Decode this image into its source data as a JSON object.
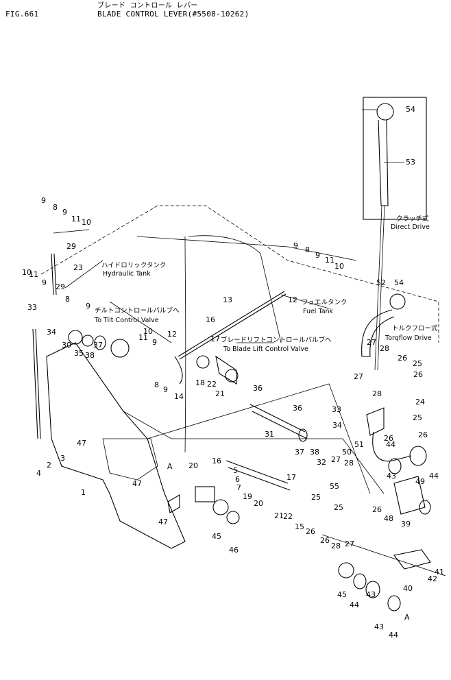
{
  "header": {
    "fig": "FIG.661",
    "title_jp": "ブレード コントロール レバー",
    "title_en": "BLADE CONTROL LEVER(#5508-10262)"
  },
  "labels": {
    "hydraulic_jp": "ハイドロリックタンク",
    "hydraulic_en": "Hydraulic Tank",
    "tilt_jp": "チルトコントロールバルブへ",
    "tilt_en": "To Tilt Control Valve",
    "fuel_jp": "フュエルタンク",
    "fuel_en": "Fuel Tank",
    "lift_jp": "ブレードリフトコントロールバルブへ",
    "lift_en": "To Blade Lift Control Valve",
    "clutch_jp": "クラッチ式",
    "clutch_en": "Direct Drive",
    "torq_jp": "トルクフロー式",
    "torq_en": "Torqflow Drive"
  },
  "callouts": [
    {
      "n": "54"
    },
    {
      "n": "53"
    },
    {
      "n": "9"
    },
    {
      "n": "8"
    },
    {
      "n": "9"
    },
    {
      "n": "11"
    },
    {
      "n": "10"
    },
    {
      "n": "29"
    },
    {
      "n": "23"
    },
    {
      "n": "10"
    },
    {
      "n": "9"
    },
    {
      "n": "11"
    },
    {
      "n": "29"
    },
    {
      "n": "8"
    },
    {
      "n": "9"
    },
    {
      "n": "33"
    },
    {
      "n": "34"
    },
    {
      "n": "9"
    },
    {
      "n": "8"
    },
    {
      "n": "9"
    },
    {
      "n": "11"
    },
    {
      "n": "10"
    },
    {
      "n": "52"
    },
    {
      "n": "54"
    },
    {
      "n": "12"
    },
    {
      "n": "13"
    },
    {
      "n": "16"
    },
    {
      "n": "10"
    },
    {
      "n": "11"
    },
    {
      "n": "9"
    },
    {
      "n": "12"
    },
    {
      "n": "17"
    },
    {
      "n": "30"
    },
    {
      "n": "35"
    },
    {
      "n": "38"
    },
    {
      "n": "37"
    },
    {
      "n": "8"
    },
    {
      "n": "9"
    },
    {
      "n": "14"
    },
    {
      "n": "18"
    },
    {
      "n": "22"
    },
    {
      "n": "21"
    },
    {
      "n": "27"
    },
    {
      "n": "28"
    },
    {
      "n": "26"
    },
    {
      "n": "25"
    },
    {
      "n": "26"
    },
    {
      "n": "27"
    },
    {
      "n": "36"
    },
    {
      "n": "28"
    },
    {
      "n": "24"
    },
    {
      "n": "36"
    },
    {
      "n": "33"
    },
    {
      "n": "34"
    },
    {
      "n": "25"
    },
    {
      "n": "31"
    },
    {
      "n": "37"
    },
    {
      "n": "38"
    },
    {
      "n": "32"
    },
    {
      "n": "50"
    },
    {
      "n": "51"
    },
    {
      "n": "26"
    },
    {
      "n": "26"
    },
    {
      "n": "47"
    },
    {
      "n": "3"
    },
    {
      "n": "4"
    },
    {
      "n": "2"
    },
    {
      "n": "44"
    },
    {
      "n": "43"
    },
    {
      "n": "49"
    },
    {
      "n": "44"
    },
    {
      "n": "16"
    },
    {
      "n": "27"
    },
    {
      "n": "28"
    },
    {
      "n": "A"
    },
    {
      "n": "20"
    },
    {
      "n": "5"
    },
    {
      "n": "6"
    },
    {
      "n": "7"
    },
    {
      "n": "17"
    },
    {
      "n": "47"
    },
    {
      "n": "19"
    },
    {
      "n": "20"
    },
    {
      "n": "55"
    },
    {
      "n": "1"
    },
    {
      "n": "25"
    },
    {
      "n": "21"
    },
    {
      "n": "22"
    },
    {
      "n": "15"
    },
    {
      "n": "26"
    },
    {
      "n": "25"
    },
    {
      "n": "26"
    },
    {
      "n": "48"
    },
    {
      "n": "39"
    },
    {
      "n": "47"
    },
    {
      "n": "45"
    },
    {
      "n": "46"
    },
    {
      "n": "26"
    },
    {
      "n": "28"
    },
    {
      "n": "27"
    },
    {
      "n": "41"
    },
    {
      "n": "42"
    },
    {
      "n": "40"
    },
    {
      "n": "45"
    },
    {
      "n": "44"
    },
    {
      "n": "43"
    },
    {
      "n": "43"
    },
    {
      "n": "A"
    },
    {
      "n": "44"
    }
  ]
}
